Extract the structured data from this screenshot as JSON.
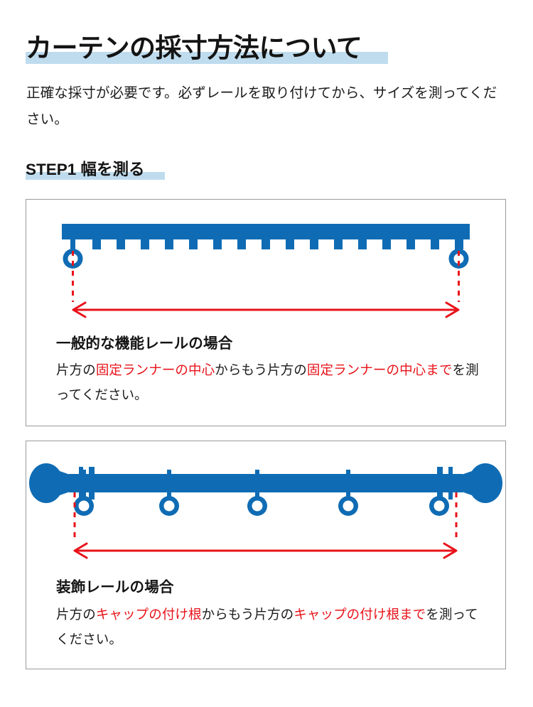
{
  "document": {
    "title": "カーテンの採寸方法について",
    "intro": "正確な採寸が必要です。必ずレールを取り付けてから、サイズを測ってください。",
    "step_heading": "STEP1 幅を測る"
  },
  "colors": {
    "rail_blue": "#0f6cb4",
    "highlight_blue": "#bfdcee",
    "accent_red": "#e8131a",
    "box_border": "#9a9a9a",
    "text": "#1a1a1a"
  },
  "sections": [
    {
      "id": "function-rail",
      "caption_title": "一般的な機能レールの場合",
      "caption_parts": [
        {
          "text": "片方の",
          "emphasis": false
        },
        {
          "text": "固定ランナーの中心",
          "emphasis": true
        },
        {
          "text": "からもう片方の",
          "emphasis": false
        },
        {
          "text": "固定ランナーの中心まで",
          "emphasis": true
        },
        {
          "text": "を測ってください。",
          "emphasis": false
        }
      ],
      "diagram": {
        "type": "function-rail",
        "rail_label": "curtain-rail-bar",
        "runner_tab_count": 16,
        "fixed_runner_count": 2,
        "measure_arrow": "double-headed",
        "guide_lines": "dashed-vertical"
      }
    },
    {
      "id": "decorative-rail",
      "caption_title": "装飾レールの場合",
      "caption_parts": [
        {
          "text": "片方の",
          "emphasis": false
        },
        {
          "text": "キャップの付け根",
          "emphasis": true
        },
        {
          "text": "からもう片方の",
          "emphasis": false
        },
        {
          "text": "キャップの付け根まで",
          "emphasis": true
        },
        {
          "text": "を測ってください。",
          "emphasis": false
        }
      ],
      "diagram": {
        "type": "decorative-rail",
        "rail_label": "decorative-pole",
        "finial_count": 2,
        "bracket_count": 2,
        "ring_count": 5,
        "measure_arrow": "double-headed",
        "guide_lines": "dashed-vertical"
      }
    }
  ]
}
